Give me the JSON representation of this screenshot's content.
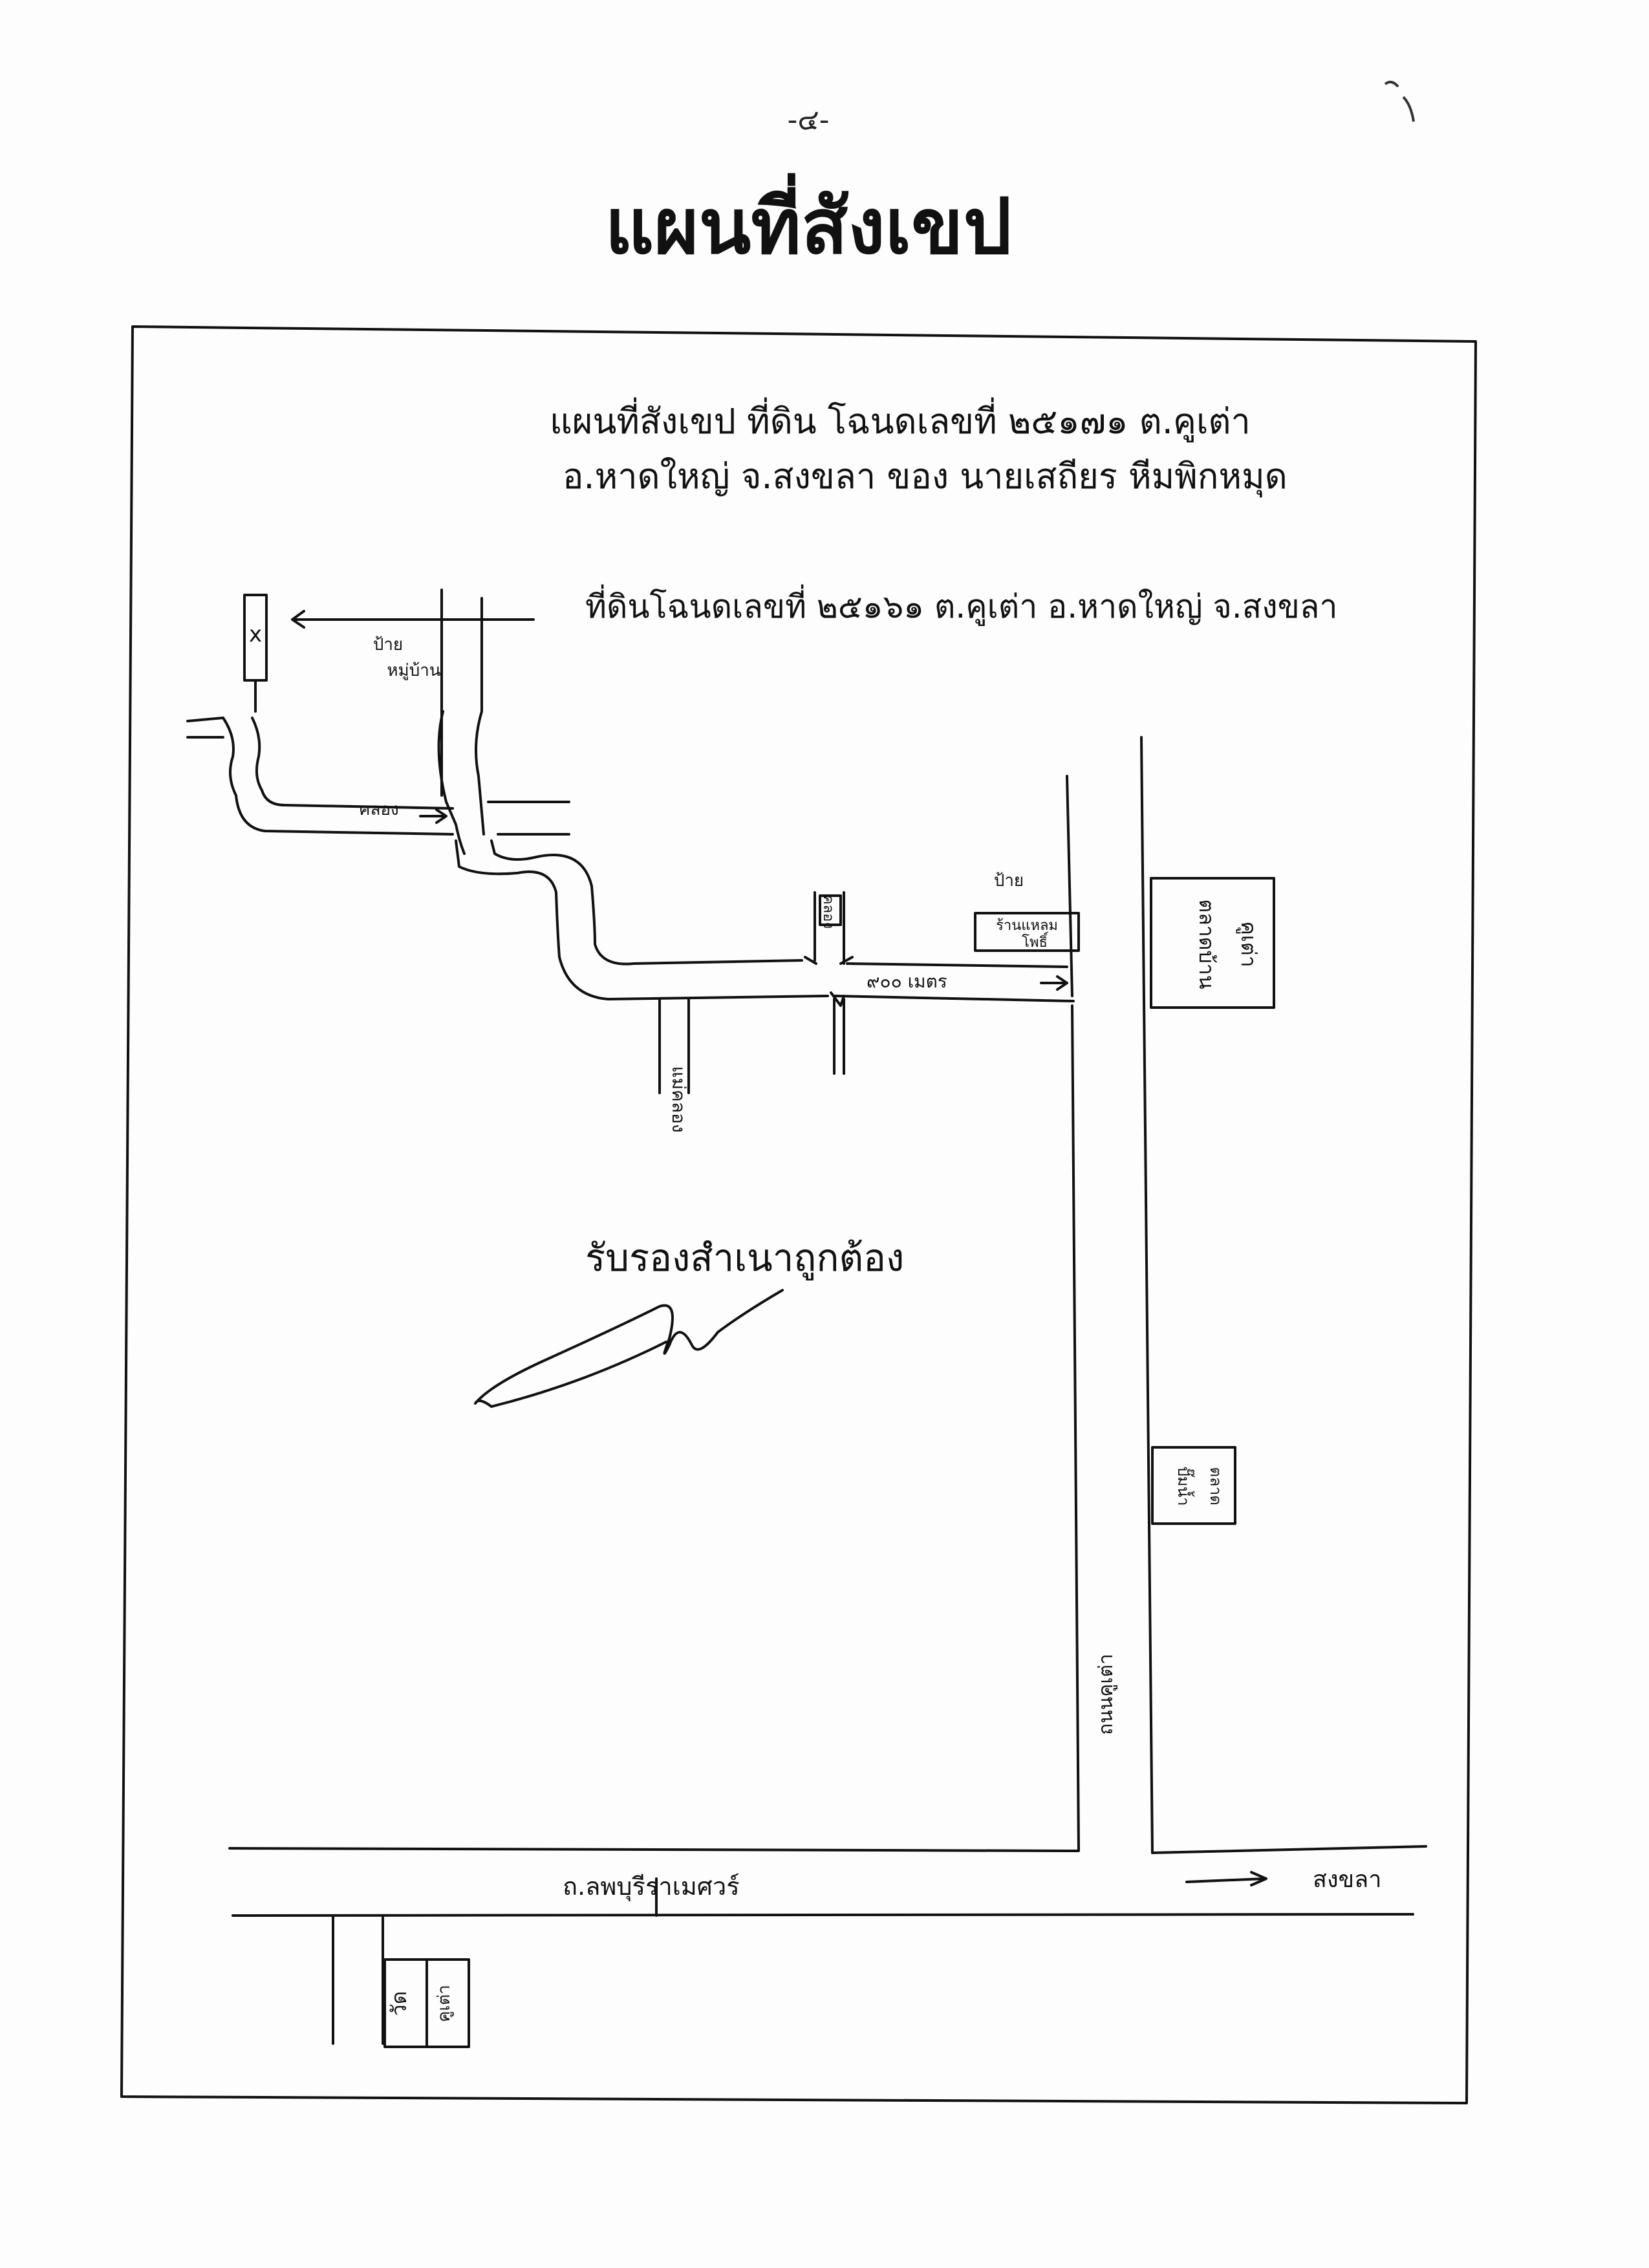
{
  "page": {
    "number": "-๔-",
    "title": "แผนที่สังเขป"
  },
  "map": {
    "heading_line1": "แผนที่สังเขป ที่ดิน โฉนดเลขที่ ๒๕๑๗๑ ต.คูเต่า",
    "heading_line2": "อ.หาดใหญ่ จ.สงขลา ของ นายเสถียร หีมพิกหมุด",
    "heading_line3": "ที่ดินโฉนดเลขที่ ๒๕๑๖๑ ต.คูเต่า อ.หาดใหญ่ จ.สงขลา",
    "labels": {
      "sign_village_top": "ป้าย",
      "sign_village_bottom": "หมู่บ้าน",
      "canal_upper": "คลอง",
      "ditch_right": "คลอง",
      "sign_shop_top": "ป้าย",
      "sign_shop_bottom": "ร้านแหลม",
      "sign_shop_bottom2": "โพธิ์",
      "distance": "๙๐๐ เมตร",
      "canal_lower": "แม่คลอง",
      "market_line1": "ตลาดบ้าน",
      "market_line2": "คูเต่า",
      "gas_line1": "ปั๊มน้ำ",
      "gas_line2": "ตลาด",
      "road_vertical": "ถนนคูเต่า",
      "road_horizontal": "ถ.ลพบุรีราเมศวร์",
      "direction": "สงขลา",
      "bottom_box_line1": "วัด",
      "bottom_box_line2": "คูเต่า",
      "plot_marker": "x"
    },
    "certification": "รับรองสำเนาถูกต้อง"
  }
}
